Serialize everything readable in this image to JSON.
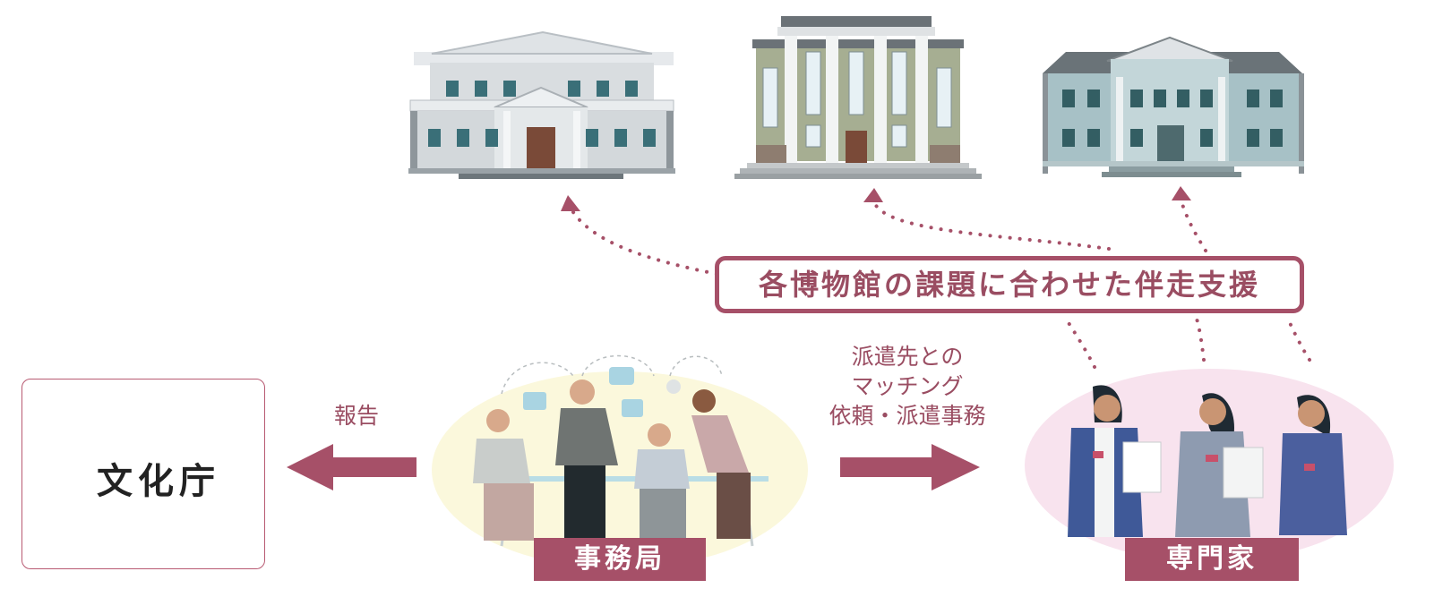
{
  "agency": {
    "name": "文化庁"
  },
  "labels": {
    "report": "報告",
    "dispatch_lines": [
      "派遣先との",
      "マッチング",
      "依頼・派遣事務"
    ]
  },
  "nodes": {
    "secretariat": "事務局",
    "experts": "専門家"
  },
  "headline": "各博物館の課題に合わせた伴走支援",
  "colors": {
    "accent": "#a65068",
    "accent_text": "#9a4d62",
    "secretariat_bg": "#fbf8dc",
    "experts_bg": "#f8e3ee"
  }
}
